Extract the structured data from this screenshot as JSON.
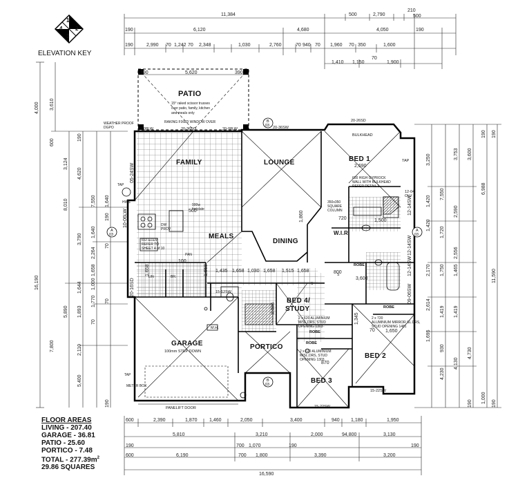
{
  "elevation_key": {
    "title": "ELEVATION KEY",
    "n1": "1",
    "n2": "2",
    "n3": "3",
    "n4": "4"
  },
  "rooms": {
    "patio": "PATIO",
    "family": "FAMILY",
    "lounge": "LOUNGE",
    "bed1": "BED 1",
    "meals": "MEALS",
    "dining": "DINING",
    "wir": "W.I.R.",
    "bed4a": "BED 4/",
    "bed4b": "STUDY",
    "garage": "GARAGE",
    "garage_note": "100mm STEP DOWN",
    "portico": "PORTICO",
    "bed2": "BED 2",
    "bed3": "BED 3",
    "robe1": "ROBE",
    "robe2": "ROBE",
    "robe3": "ROBE",
    "robe4": "ROBE",
    "mh": "M.H.",
    "panelift": "PANELIFT DOOR",
    "bulkhead": "BULKHEAD"
  },
  "notes": {
    "patio_trusses_1": "15° raked scissor trusses",
    "patio_trusses_2": "over patio, family, kitchen",
    "patio_trusses_3": "and meals only",
    "raking_window": "RAKING FIXED WINDOW OVER",
    "weather_proof_1": "WEATHER PROOF",
    "weather_proof_2": "DGPO",
    "gyprock_1": "600 HIGH GYPROCK",
    "gyprock_2": "WALL WITH BULKHEAD",
    "gyprock_3": "REFER DETAIL 1",
    "column_1": "350x350",
    "column_2": "SQUARE",
    "column_3": "COLUMN",
    "bed4_win_1": "2 x 620 ALUMINIUM",
    "bed4_win_2": "M/SL.DRS, STUD",
    "bed4_win_3": "OPENING 1303",
    "robe_win_1": "2 x 620 ALUMINIUM",
    "robe_win_2": "M/SL.DRS, STUD",
    "robe_win_3": "OPENING 1303",
    "bed2_win_1": "2 x 720",
    "bed2_win_2": "ALUMINIUM MIRROR SL.DRS,",
    "bed2_win_3": "STUD OPENING 1481",
    "kitchen_note_1": "900w",
    "kitchen_note_2": "hotplate",
    "dw": "DW",
    "prov": "PROV",
    "fridge_1": "6ST.ELEV.",
    "fridge_2": "REFER TO",
    "fridge_3": "SHEET 4 of 10",
    "pan": "PAN",
    "hws": "HWS",
    "tap1": "TAP",
    "tap2": "TAP",
    "meter_box": "METER BOX",
    "lin": "LIN",
    "br": "BR.",
    "tap3": "TAP",
    "s_a": "S",
    "s_b": "S"
  },
  "windows": {
    "w_20_08_l": "20-08LW",
    "w_20_36": "20-36SQ",
    "w_20_08_r": "20-08LW",
    "w_20_36sw": "20-36SW",
    "w_20_26": "20-26SD",
    "w_05_24": "05-24SW",
    "w_12_04": "12-04",
    "w_olv": "OLV",
    "w_12_14": "12-14SW",
    "w_10_06": "10-06LW",
    "w_20_16": "20-16SD",
    "w_15_22_r": "15-22SW",
    "w_15_22_b": "15-22SW",
    "w_12_14_b": "12-14SW",
    "w_09_06": "09-06SW",
    "w_12_14_c": "12-14SW",
    "w_15_12": "15-12SW"
  },
  "top_dims": {
    "row1": [
      "11,384",
      "500",
      "2,790",
      "210",
      "500"
    ],
    "row2": [
      "190",
      "6,120",
      "4,680",
      "4,050",
      "190"
    ],
    "row3": [
      "190",
      "2,990",
      "70",
      "1,242",
      "70",
      "2,348",
      "1,030",
      "2,760",
      "70",
      "940",
      "70",
      "1,960",
      "70",
      "350",
      "1,600"
    ],
    "row4": [
      "1,410",
      "1,150",
      "70",
      "1,900"
    ],
    "patio": [
      "390",
      "5,620",
      "390"
    ]
  },
  "bottom_dims": {
    "row1": [
      "600",
      "2,390",
      "1,870",
      "1,460",
      "2,050",
      "3,400",
      "940",
      "1,180",
      "1,950"
    ],
    "row2": [
      "5,810",
      "3,210",
      "2,000",
      "94,800",
      "3,130"
    ],
    "row3": [
      "190",
      "700",
      "1,070",
      "190",
      "190"
    ],
    "row4": [
      "600",
      "6,190",
      "700",
      "1,800",
      "3,390",
      "3,200"
    ],
    "total": "16,590"
  },
  "left_dims": {
    "outer": [
      "4,000",
      "16,190"
    ],
    "col2": [
      "3,610",
      "600"
    ],
    "col3": [
      "3,124",
      "8,010",
      "5,890",
      "7,800"
    ],
    "col4": [
      "190",
      "4,620",
      "3,790",
      "1,644",
      "1,893",
      "2,110",
      "5,400"
    ],
    "col5": [
      "7,550",
      "1,640",
      "2,264",
      "1,658",
      "1,000",
      "1,770",
      "70"
    ],
    "col6": [
      "1,640",
      "190",
      "70",
      "70",
      "190"
    ]
  },
  "right_dims": {
    "col1": [
      "3,250",
      "1,420",
      "1,420",
      "2,170",
      "1,750",
      "2,614",
      "1,419",
      "1,695",
      "930"
    ],
    "col2": [
      "3,753",
      "2,590",
      "1,720",
      "1,465",
      "1,419"
    ],
    "col3": [
      "3,600",
      "7,550",
      "2,556",
      "4,130",
      "4,230"
    ],
    "col4": [
      "6,988",
      "11,590",
      "4,730",
      "1,000"
    ],
    "col5": [
      "190",
      "190",
      "190",
      "190"
    ]
  },
  "interior_dims": [
    "1,435",
    "1,658",
    "1,030",
    "1,658",
    "1,515",
    "1,658",
    "2,690",
    "3,600",
    "1,650",
    "870",
    "800",
    "1,500",
    "720",
    "1,860",
    "1,658",
    "1,658",
    "3,585",
    "1,345",
    "500",
    "100",
    "70"
  ],
  "section_marks": [
    "A",
    "03",
    "A",
    "03",
    "B",
    "03",
    "B",
    "03"
  ],
  "floor_areas": {
    "title": "FLOOR AREAS",
    "living": "LIVING - 207.40",
    "garage": "GARAGE - 36.81",
    "patio": "PATIO - 25.60",
    "portico": "PORTICO - 7.48",
    "total": "TOTAL - 277.39m",
    "total_sup": "2",
    "squares": "29.86 SQUARES"
  }
}
